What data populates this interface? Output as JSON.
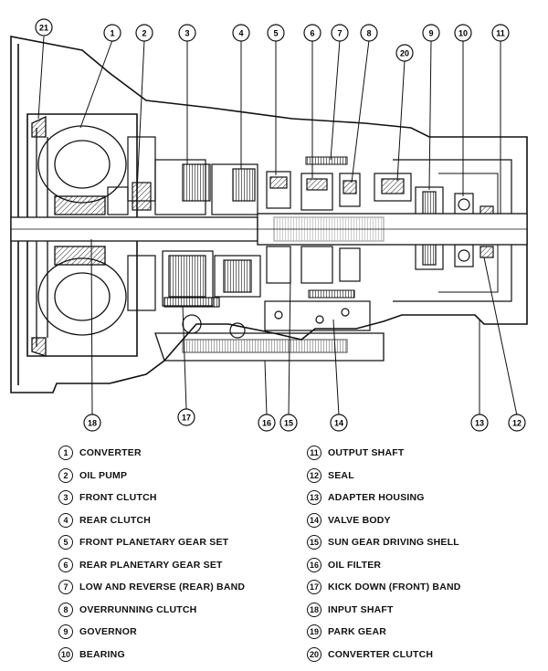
{
  "callouts": {
    "c1": "1",
    "c2": "2",
    "c3": "3",
    "c4": "4",
    "c5": "5",
    "c6": "6",
    "c7": "7",
    "c8": "8",
    "c9": "9",
    "c10": "10",
    "c11": "11",
    "c12": "12",
    "c13": "13",
    "c14": "14",
    "c15": "15",
    "c16": "16",
    "c17": "17",
    "c18": "18",
    "c20": "20",
    "c21": "21"
  },
  "legend": {
    "left": [
      {
        "num": "1",
        "label": "CONVERTER"
      },
      {
        "num": "2",
        "label": "OIL PUMP"
      },
      {
        "num": "3",
        "label": "FRONT CLUTCH"
      },
      {
        "num": "4",
        "label": "REAR CLUTCH"
      },
      {
        "num": "5",
        "label": "FRONT PLANETARY GEAR SET"
      },
      {
        "num": "6",
        "label": "REAR PLANETARY GEAR SET"
      },
      {
        "num": "7",
        "label": "LOW AND REVERSE (REAR) BAND"
      },
      {
        "num": "8",
        "label": "OVERRUNNING CLUTCH"
      },
      {
        "num": "9",
        "label": "GOVERNOR"
      },
      {
        "num": "10",
        "label": "BEARING"
      }
    ],
    "right": [
      {
        "num": "11",
        "label": "OUTPUT SHAFT"
      },
      {
        "num": "12",
        "label": "SEAL"
      },
      {
        "num": "13",
        "label": "ADAPTER HOUSING"
      },
      {
        "num": "14",
        "label": "VALVE BODY"
      },
      {
        "num": "15",
        "label": "SUN GEAR DRIVING SHELL"
      },
      {
        "num": "16",
        "label": "OIL FILTER"
      },
      {
        "num": "17",
        "label": "KICK DOWN (FRONT) BAND"
      },
      {
        "num": "18",
        "label": "INPUT SHAFT"
      },
      {
        "num": "19",
        "label": "PARK GEAR"
      },
      {
        "num": "20",
        "label": "CONVERTER CLUTCH"
      }
    ]
  }
}
